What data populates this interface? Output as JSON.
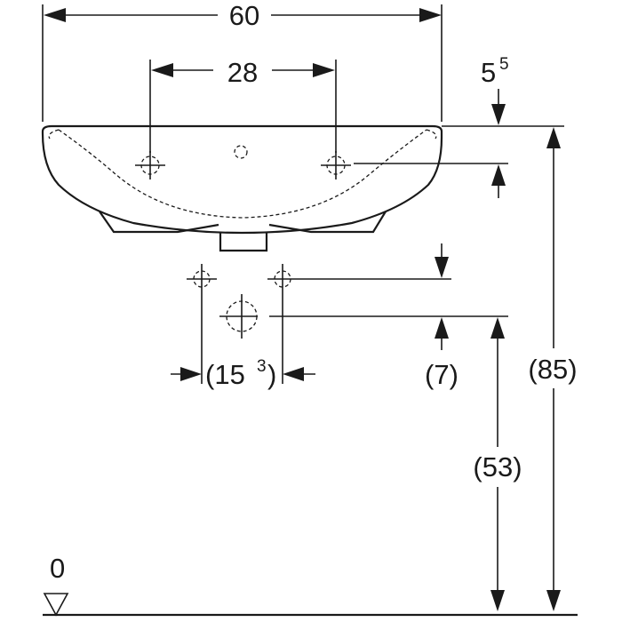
{
  "dimensions": {
    "overall_width": "60",
    "tap_hole_spacing": "28",
    "rim_thickness": "5",
    "rim_thickness_superscript": "5",
    "supply_spacing": "(15",
    "supply_spacing_superscript": "3",
    "supply_spacing_close": ")",
    "supply_to_waste_offset": "(7)",
    "waste_height": "(53)",
    "rim_height": "(85)",
    "floor_level": "0"
  }
}
